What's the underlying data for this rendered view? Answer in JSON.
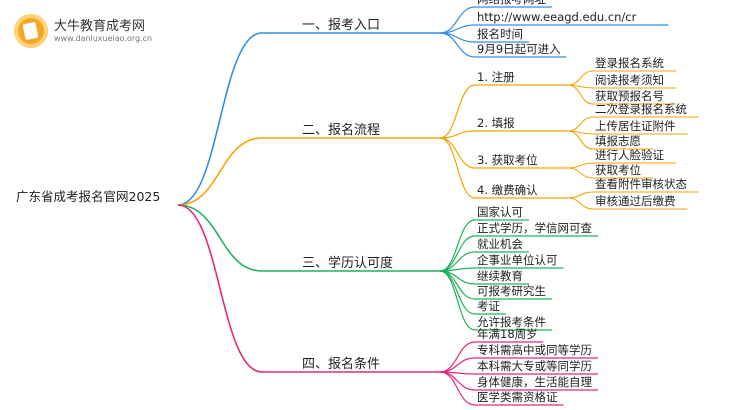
{
  "logo": {
    "title": "大牛教育成考网",
    "url": "www.daniuxueiao.org.cn"
  },
  "root": "广东省成考报名官网2025",
  "colors": {
    "branch_1": "#2f8fe6",
    "branch_2": "#f5a300",
    "branch_3": "#1fb35a",
    "branch_4": "#e8267c"
  },
  "branches": [
    {
      "label": "一、报考入口",
      "items": [
        {
          "label": "网络报考网址"
        },
        {
          "label": "http://www.eeagd.edu.cn/cr"
        },
        {
          "label": "报名时间"
        },
        {
          "label": "9月9日起可进入"
        }
      ]
    },
    {
      "label": "二、报名流程",
      "items": [
        {
          "label": "1. 注册",
          "children": [
            "登录报名系统",
            "阅读报考须知",
            "获取预报名号"
          ]
        },
        {
          "label": "2. 填报",
          "children": [
            "二次登录报名系统",
            "上传居住证附件",
            "填报志愿"
          ]
        },
        {
          "label": "3. 获取考位",
          "children": [
            "进行人脸验证",
            "获取考位"
          ]
        },
        {
          "label": "4. 缴费确认",
          "children": [
            "查看附件审核状态",
            "审核通过后缴费"
          ]
        }
      ]
    },
    {
      "label": "三、学历认可度",
      "items": [
        {
          "label": "国家认可"
        },
        {
          "label": "正式学历，学信网可查"
        },
        {
          "label": "就业机会"
        },
        {
          "label": "企事业单位认可"
        },
        {
          "label": "继续教育"
        },
        {
          "label": "可报考研究生"
        },
        {
          "label": "考证"
        },
        {
          "label": "允许报考条件"
        }
      ]
    },
    {
      "label": "四、报名条件",
      "items": [
        {
          "label": "年满18周岁"
        },
        {
          "label": "专科需高中或同等学历"
        },
        {
          "label": "本科需大专或等同学历"
        },
        {
          "label": "身体健康，生活能自理"
        },
        {
          "label": "医学类需资格证"
        }
      ]
    }
  ]
}
